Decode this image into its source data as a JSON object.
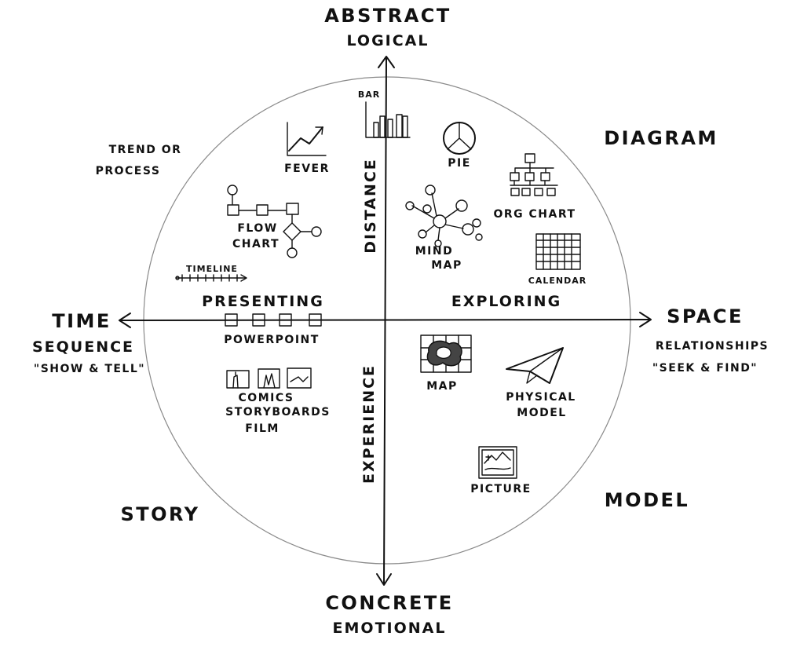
{
  "axes": {
    "top": [
      "ABSTRACT",
      "LOGICAL"
    ],
    "bottom": [
      "CONCRETE",
      "EMOTIONAL"
    ],
    "left": [
      "TIME",
      "SEQUENCE",
      "\"SHOW & TELL\""
    ],
    "right": [
      "SPACE",
      "RELATIONSHIPS",
      "\"SEEK & FIND\""
    ]
  },
  "vertical_labels": {
    "upper": "DISTANCE",
    "lower": "EXPERIENCE"
  },
  "horizontal_labels": {
    "left": "PRESENTING",
    "right": "EXPLORING"
  },
  "corners": {
    "top_left": [
      "TREND OR",
      "PROCESS"
    ],
    "top_right": "DIAGRAM",
    "bottom_left": "STORY",
    "bottom_right": "MODEL"
  },
  "items": {
    "bar": "BAR",
    "fever": "FEVER",
    "pie": "PIE",
    "org_chart": "ORG CHART",
    "flow_chart": [
      "FLOW",
      "CHART"
    ],
    "mind_map": [
      "MIND",
      "MAP"
    ],
    "timeline": "TIMELINE",
    "calendar": "CALENDAR",
    "powerpoint": "POWERPOINT",
    "comics": [
      "COMICS",
      "STORYBOARDS",
      "FILM"
    ],
    "map": "MAP",
    "physical_model": [
      "PHYSICAL",
      "MODEL"
    ],
    "picture": "PICTURE"
  }
}
